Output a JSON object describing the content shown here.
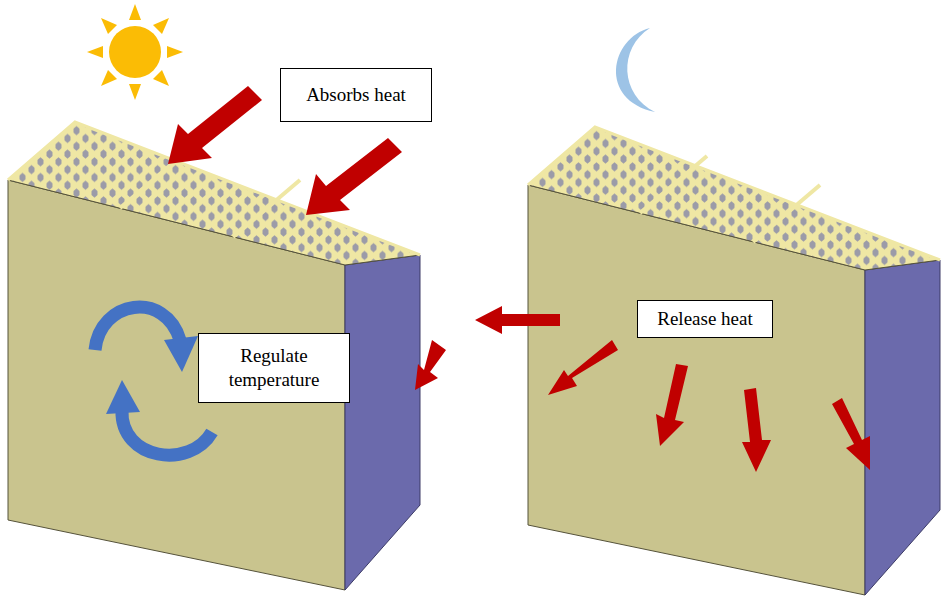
{
  "diagram": {
    "nodes": [
      {
        "text": [
          "Absorbs heat"
        ]
      },
      {
        "text": [
          "Regulate temperature"
        ]
      },
      {
        "text": [
          "Release heat"
        ]
      }
    ]
  }
}
